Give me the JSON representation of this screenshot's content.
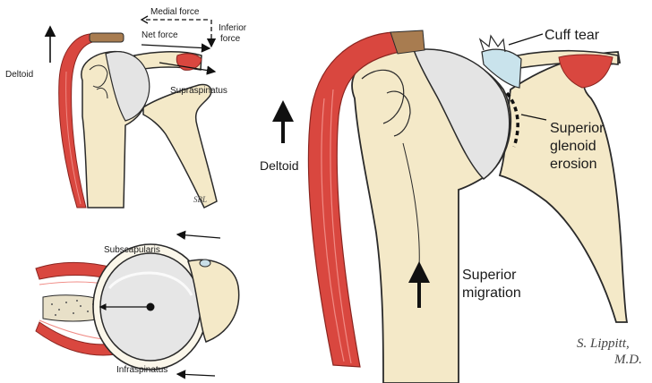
{
  "top_left": {
    "medial_force": "Medial force",
    "inferior_force": "Inferior force",
    "inferior_force_line1": "Inferior",
    "inferior_force_line2": "force",
    "net_force": "Net force",
    "deltoid": "Deltoid",
    "supraspinatus": "Supraspinatus",
    "signature": "SBL"
  },
  "bottom_left": {
    "subscapularis": "Subscapularis",
    "infraspinatus": "Infraspinatus"
  },
  "right": {
    "deltoid": "Deltoid",
    "cuff_tear": "Cuff tear",
    "glenoid_line1": "Superior",
    "glenoid_line2": "glenoid",
    "glenoid_line3": "erosion",
    "migration_line1": "Superior",
    "migration_line2": "migration",
    "signature_line1": "S. Lippitt,",
    "signature_line2": "M.D."
  },
  "colors": {
    "bone": "#f4e9c8",
    "bone_outline": "#2a2a2a",
    "muscle": "#d9473f",
    "muscle_dark": "#b8322c",
    "cartilage": "#e4e4e4",
    "tendon": "#c9e3ec",
    "arrow": "#111111"
  }
}
